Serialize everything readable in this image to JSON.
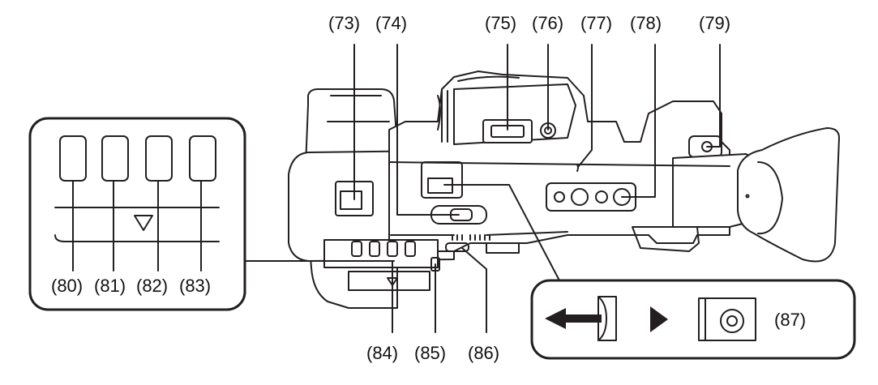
{
  "colors": {
    "line": "#231f20",
    "body_fill": "#ffffff",
    "inset_fill": "#f2f2f2",
    "leader": "#231f20"
  },
  "labels": {
    "l73": "(73)",
    "l74": "(74)",
    "l75": "(75)",
    "l76": "(76)",
    "l77": "(77)",
    "l78": "(78)",
    "l79": "(79)",
    "l80": "(80)",
    "l81": "(81)",
    "l82": "(82)",
    "l83": "(83)",
    "l84": "(84)",
    "l85": "(85)",
    "l86": "(86)",
    "l87": "(87)"
  },
  "icons": {
    "inset_left": "button-row-closeup",
    "inset_right": "slide-cover-closeup",
    "arrow": "left-arrow-icon",
    "play": "right-triangle-icon"
  }
}
